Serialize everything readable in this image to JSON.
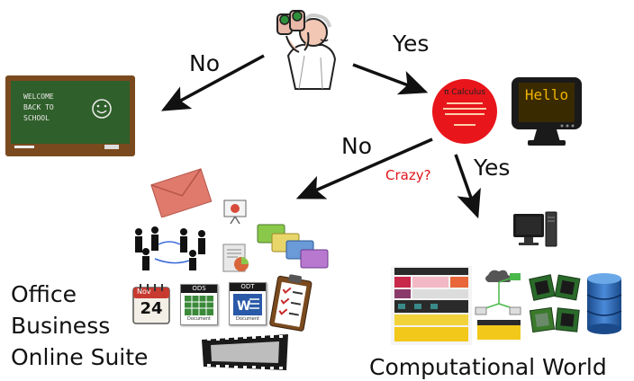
{
  "edges": {
    "no_top": "No",
    "yes_top": "Yes",
    "no_mid": "No",
    "yes_mid": "Yes",
    "question": "Crazy?"
  },
  "blackboard": {
    "line1": "WELCOME",
    "line2": "BACK TO",
    "line3": "SCHOOL"
  },
  "calculus_disc": {
    "title": "π Calculus"
  },
  "monitor": {
    "screen_text": "Hello"
  },
  "calendar": {
    "month": "Nov",
    "day": "24"
  },
  "doc_icons": {
    "ods": "ODS",
    "odt": "ODT",
    "caption": "Document"
  },
  "office_label": {
    "line1": "Office",
    "line2": "Business",
    "line3": "Online Suite"
  },
  "computational_label": "Computational World",
  "colors": {
    "chalkboard": "#2f5f2a",
    "frame": "#7a4a1e",
    "disc": "#e8151b",
    "crazy_text": "#e0141b"
  }
}
